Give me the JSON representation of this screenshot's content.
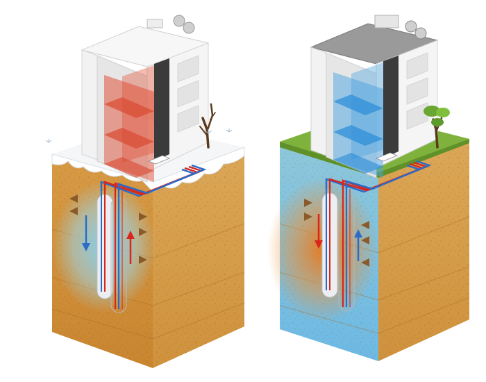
{
  "colors": {
    "soil_light": "#dca24a",
    "soil_mid": "#c98a34",
    "soil_dark": "#b87424",
    "snow": "#f4f6f8",
    "grass": "#7fb23c",
    "grass_dark": "#5f9128",
    "building_white": "#f3f3f3",
    "building_shade": "#dedede",
    "roof_gray": "#9a9a9a",
    "heat_red": "#e0523a",
    "cool_blue": "#4aa3e0",
    "pipe_red": "#d9261c",
    "pipe_blue": "#2a6cc7",
    "borehole": "#e9e9ee",
    "cold_zone": "#6ec3ea",
    "warm_zone": "#e07a1c",
    "arrow_brown": "#8a5a2a"
  },
  "scenes": [
    {
      "id": "winter",
      "season": "winter",
      "building_fill": "heat",
      "ground_zone": "cold"
    },
    {
      "id": "summer",
      "season": "summer",
      "building_fill": "cool",
      "ground_zone": "warm"
    }
  ]
}
